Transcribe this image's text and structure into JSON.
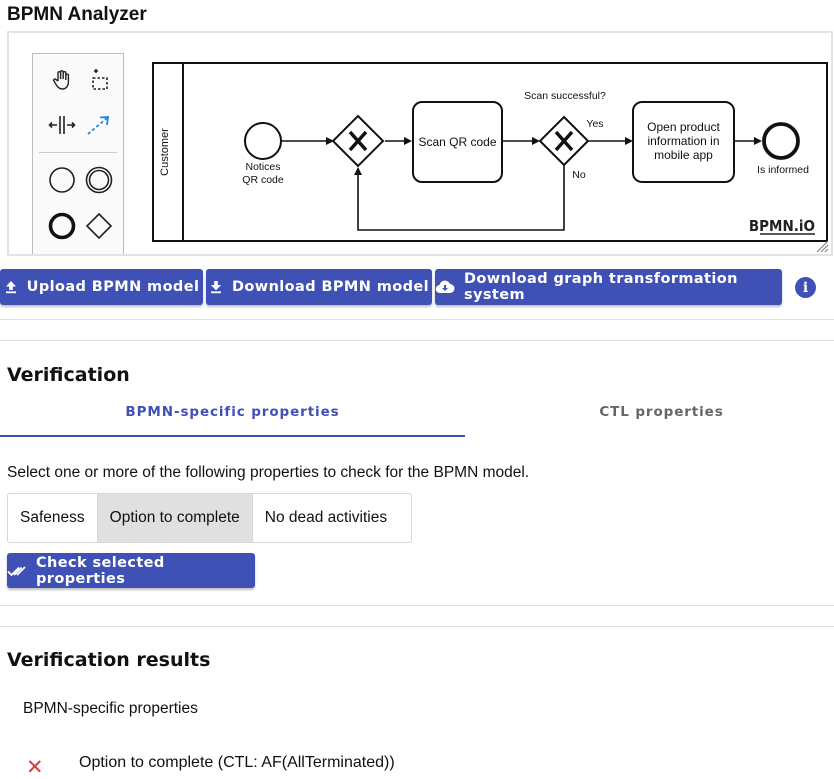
{
  "app": {
    "title": "BPMN Analyzer"
  },
  "diagram": {
    "pool_label": "Customer",
    "start_event": "Notices\nQR code",
    "task_scan": "Scan QR code",
    "gateway_question": "Scan successful?",
    "yes_label": "Yes",
    "no_label": "No",
    "task_open": "Open product\ninformation in\nmobile app",
    "end_event": "Is informed",
    "watermark": "BPMN.iO"
  },
  "palette": {
    "tools": [
      "hand-tool-icon",
      "lasso-tool-icon",
      "space-tool-icon",
      "connect-tool-icon",
      "start-event-icon",
      "intermediate-event-icon",
      "end-event-icon",
      "gateway-icon"
    ]
  },
  "actions": {
    "upload_label": "Upload BPMN model",
    "download_label": "Download BPMN model",
    "download_gts_label": "Download graph transformation system",
    "info_icon": "i"
  },
  "verification": {
    "title": "Verification",
    "tabs": [
      {
        "label": "BPMN-specific properties",
        "active": true
      },
      {
        "label": "CTL properties",
        "active": false
      }
    ],
    "instruction": "Select one or more of the following properties to check for the BPMN model.",
    "properties": [
      {
        "label": "Safeness",
        "selected": false
      },
      {
        "label": "Option to complete",
        "selected": true
      },
      {
        "label": "No dead activities",
        "selected": false
      }
    ],
    "check_label": "Check selected properties"
  },
  "results": {
    "title": "Verification results",
    "subtitle": "BPMN-specific properties",
    "items": [
      {
        "status_icon": "✕",
        "text": "Option to complete (CTL: AF(AllTerminated))",
        "status_color": "#e53935"
      }
    ]
  },
  "colors": {
    "primary": "#3f51b5",
    "error": "#e53935",
    "selected_toggle": "#e0e0e0"
  }
}
